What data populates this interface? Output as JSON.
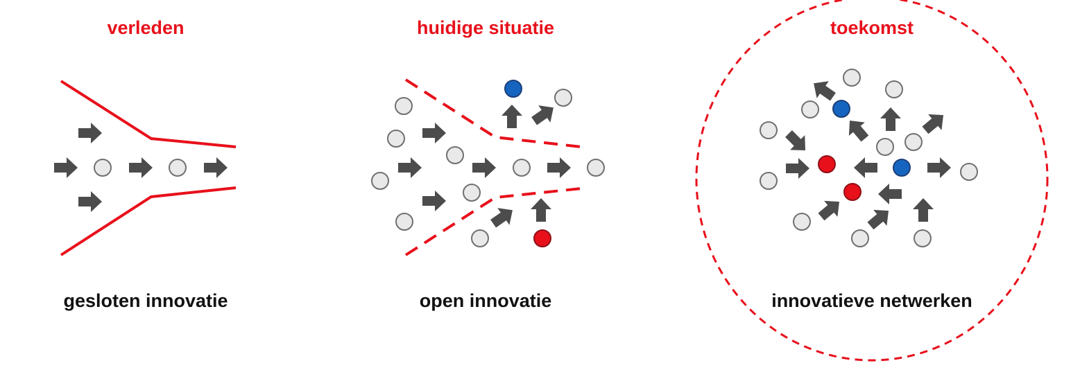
{
  "colors": {
    "accent_red": "#e8101b",
    "arrow": "#4c4c4c",
    "node_fill": "#e9e9e9",
    "node_stroke": "#707070",
    "node_blue": "#1565c0",
    "node_red": "#e8101b",
    "caption": "#111111"
  },
  "panels": [
    {
      "id": "past",
      "title": "verleden",
      "caption": "gesloten innovatie",
      "funnel": "solid"
    },
    {
      "id": "present",
      "title": "huidige situatie",
      "caption": "open innovatie",
      "funnel": "dashed"
    },
    {
      "id": "future",
      "title": "toekomst",
      "caption": "innovatieve netwerken",
      "funnel": "none",
      "highlight_circle": "dashed"
    }
  ]
}
